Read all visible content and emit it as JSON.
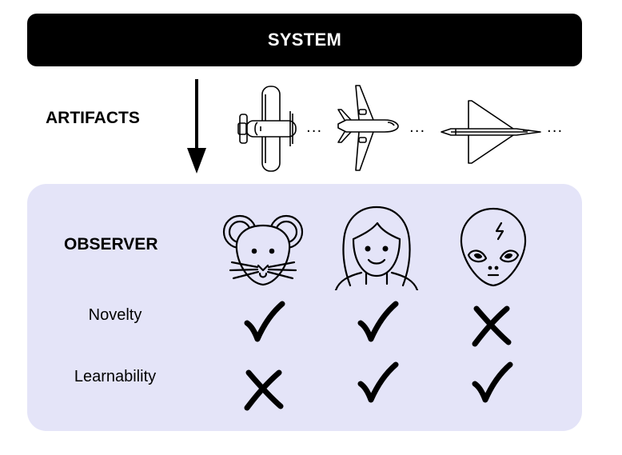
{
  "header": {
    "title": "SYSTEM"
  },
  "artifacts": {
    "label": "ARTIFACTS",
    "ellipsis": "...",
    "items": [
      {
        "icon": "biplane-icon"
      },
      {
        "icon": "jet-airliner-icon"
      },
      {
        "icon": "delta-wing-jet-icon"
      }
    ]
  },
  "observers": {
    "label": "OBSERVER",
    "items": [
      {
        "icon": "mouse-face-icon"
      },
      {
        "icon": "woman-face-icon"
      },
      {
        "icon": "alien-face-icon"
      }
    ]
  },
  "criteria": [
    {
      "label": "Novelty",
      "results": [
        "check",
        "check",
        "cross"
      ]
    },
    {
      "label": "Learnability",
      "results": [
        "cross",
        "check",
        "check"
      ]
    }
  ]
}
